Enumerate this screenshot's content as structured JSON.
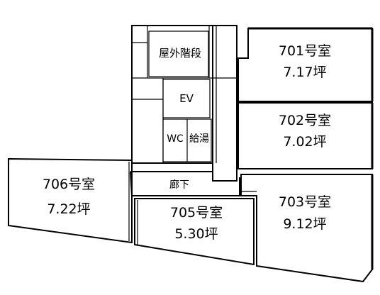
{
  "rooms": {
    "r701": {
      "name": "701号室",
      "area": "7.17坪"
    },
    "r702": {
      "name": "702号室",
      "area": "7.02坪"
    },
    "r703": {
      "name": "703号室",
      "area": "9.12坪"
    },
    "r705": {
      "name": "705号室",
      "area": "5.30坪"
    },
    "r706": {
      "name": "706号室",
      "area": "7.22坪"
    }
  },
  "core": {
    "stairs": "屋外階段",
    "elevator": "EV",
    "wc": "WC",
    "kitchen": "給湯",
    "corridor": "廊下"
  }
}
